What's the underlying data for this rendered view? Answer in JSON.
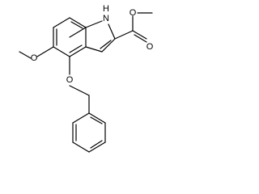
{
  "molecule": {
    "atoms": {
      "nh": "H\nN",
      "nh_label": "H",
      "n_label": "N",
      "o_ester_double": "O",
      "o_ester_single": "O",
      "o_methoxy": "O",
      "o_benzyloxy": "O"
    }
  }
}
